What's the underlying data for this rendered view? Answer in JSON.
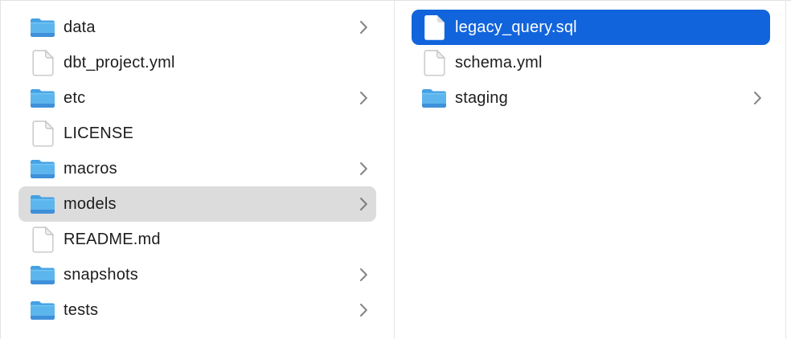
{
  "view": {
    "kind": "finder-column-browser"
  },
  "colors": {
    "background": "#ffffff",
    "text": "#1d1d1f",
    "text_selected": "#ffffff",
    "selection_active": "#1264dc",
    "selection_inactive": "#dcdcdc",
    "chevron": "#848484",
    "divider": "#e6e6e6",
    "folder_blue_light": "#74c6f3",
    "folder_blue_mid": "#54abe9",
    "folder_blue_dark": "#3f90da",
    "folder_tab": "#45a1e3",
    "file_border": "#c6c6c6"
  },
  "icons": {
    "folder": "folder-icon",
    "file": "file-icon",
    "chevron": "chevron-right-icon"
  },
  "columns": [
    {
      "name": "left",
      "items": [
        {
          "label": "data",
          "kind": "folder",
          "has_chevron": true,
          "selected": "none"
        },
        {
          "label": "dbt_project.yml",
          "kind": "file",
          "has_chevron": false,
          "selected": "none"
        },
        {
          "label": "etc",
          "kind": "folder",
          "has_chevron": true,
          "selected": "none"
        },
        {
          "label": "LICENSE",
          "kind": "file",
          "has_chevron": false,
          "selected": "none"
        },
        {
          "label": "macros",
          "kind": "folder",
          "has_chevron": true,
          "selected": "none"
        },
        {
          "label": "models",
          "kind": "folder",
          "has_chevron": true,
          "selected": "inactive"
        },
        {
          "label": "README.md",
          "kind": "file",
          "has_chevron": false,
          "selected": "none"
        },
        {
          "label": "snapshots",
          "kind": "folder",
          "has_chevron": true,
          "selected": "none"
        },
        {
          "label": "tests",
          "kind": "folder",
          "has_chevron": true,
          "selected": "none"
        }
      ]
    },
    {
      "name": "right",
      "items": [
        {
          "label": "legacy_query.sql",
          "kind": "file",
          "has_chevron": false,
          "selected": "active"
        },
        {
          "label": "schema.yml",
          "kind": "file",
          "has_chevron": false,
          "selected": "none"
        },
        {
          "label": "staging",
          "kind": "folder",
          "has_chevron": true,
          "selected": "none"
        }
      ]
    }
  ]
}
